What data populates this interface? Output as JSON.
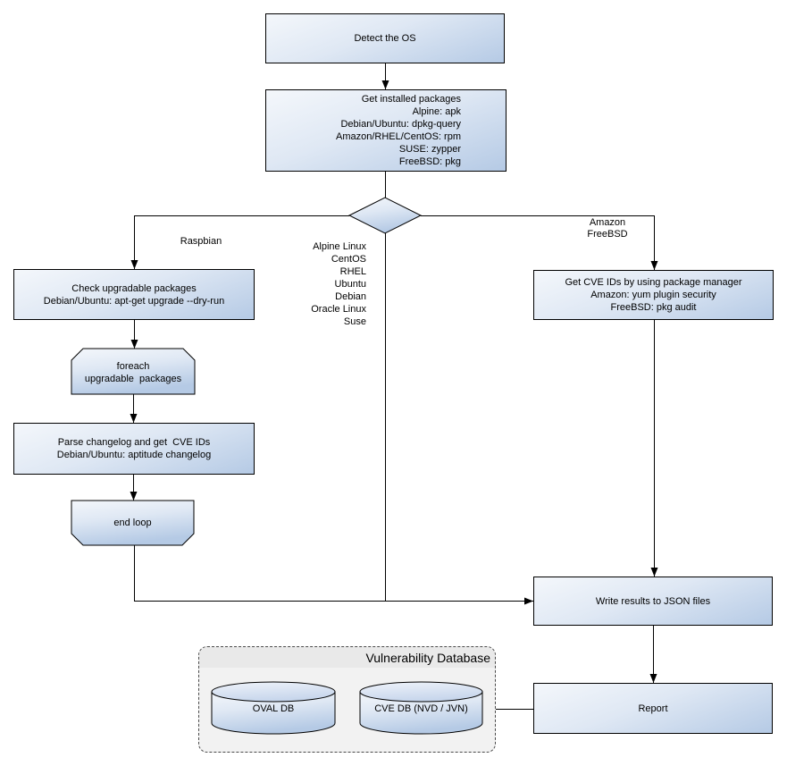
{
  "nodes": {
    "detect_os": "Detect the OS",
    "get_installed": "Get installed packages\nAlpine: apk\nDebian/Ubuntu: dpkg-query\nAmazon/RHEL/CentOS: rpm\nSUSE: zypper\nFreeBSD: pkg",
    "check_upgradable": "Check upgradable packages\nDebian/Ubuntu: apt-get upgrade --dry-run",
    "foreach_loop": "foreach\nupgradable  packages",
    "parse_changelog": "Parse changelog and get  CVE IDs\nDebian/Ubuntu: aptitude changelog",
    "end_loop": "end loop",
    "get_cve": "Get CVE IDs by using package manager\nAmazon: yum plugin security\nFreeBSD: pkg audit",
    "write_results": "Write results to JSON files",
    "report": "Report",
    "oval_db": "OVAL DB",
    "cve_db": "CVE DB (NVD / JVN)"
  },
  "edge_labels": {
    "raspbian": "Raspbian",
    "amazon_freebsd": "Amazon\nFreeBSD",
    "main_os_list": "Alpine Linux\nCentOS\nRHEL\nUbuntu\nDebian\nOracle Linux\nSuse"
  },
  "container": {
    "title": "Vulnerability Database"
  },
  "colors": {
    "node_gradient_start": "#f4f7fb",
    "node_gradient_end": "#b5cae5",
    "node_border": "#000000",
    "connector": "#000000",
    "container_fill": "#f2f2f2",
    "container_header_fill": "#e9e9e9",
    "container_border": "#4a4a4a"
  }
}
